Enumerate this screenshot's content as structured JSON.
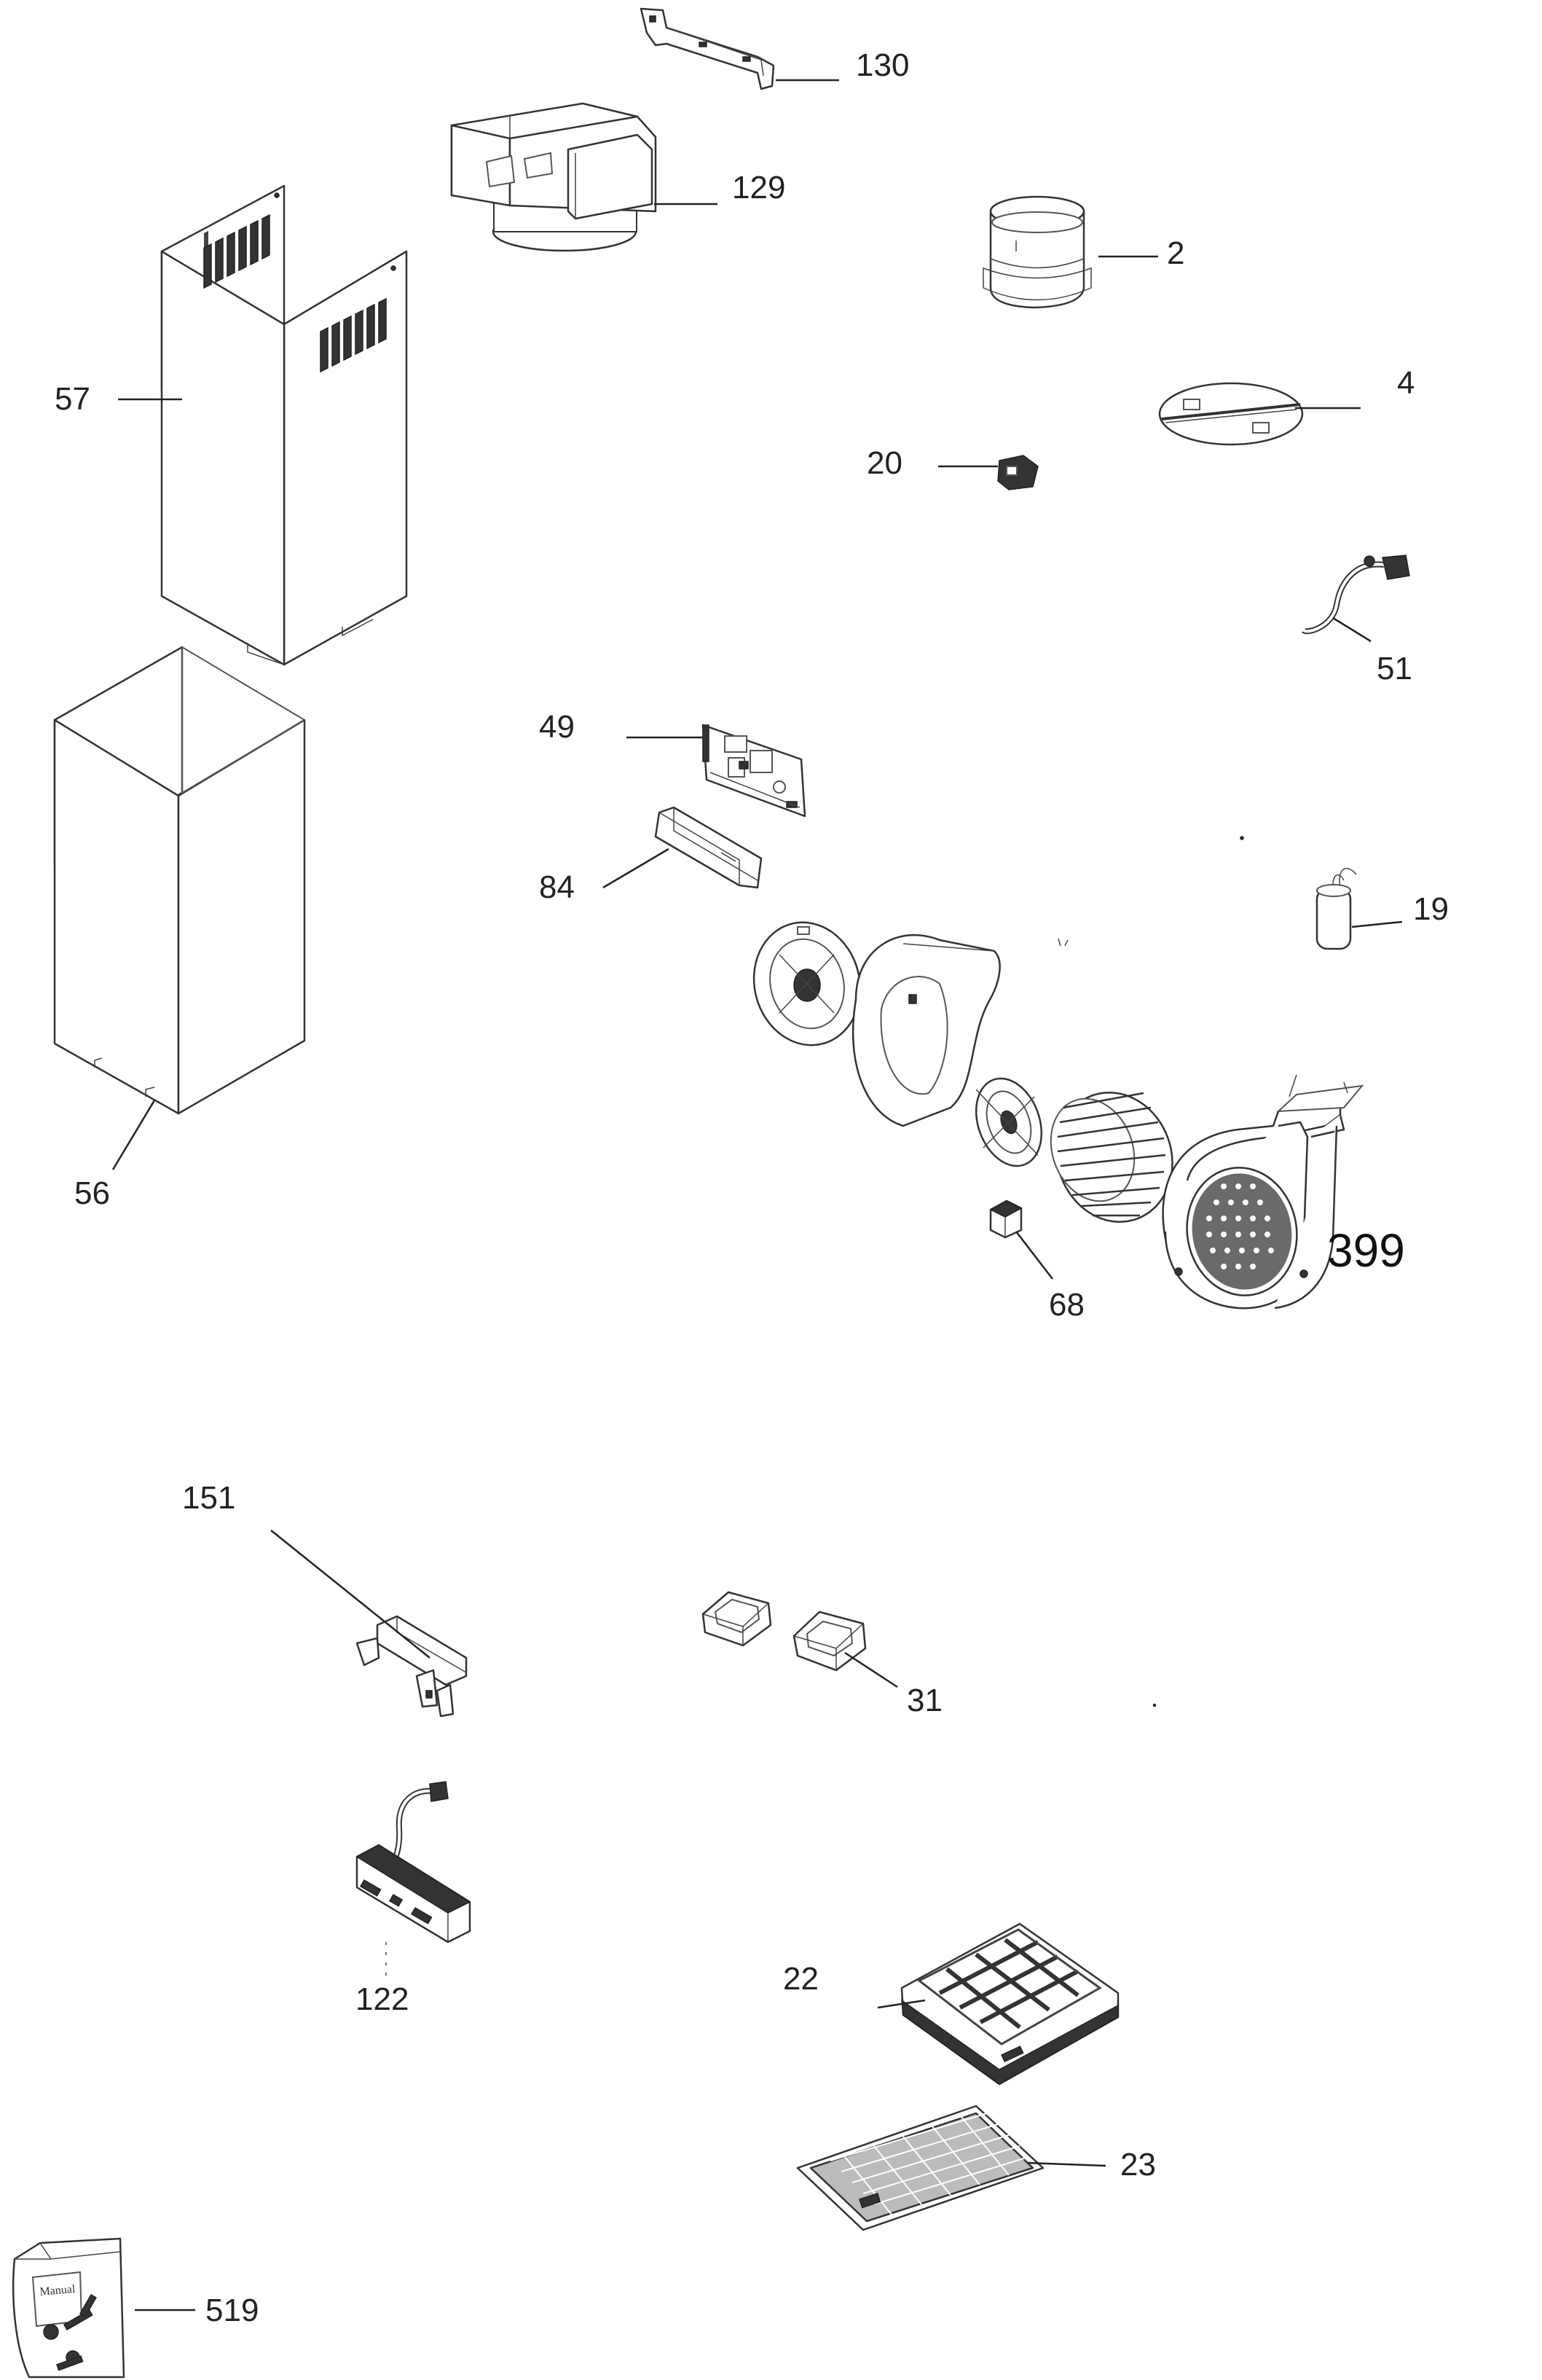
{
  "parts": [
    {
      "id": "130",
      "label": "130",
      "icon": "mounting-bracket"
    },
    {
      "id": "129",
      "label": "129",
      "icon": "air-diverter"
    },
    {
      "id": "2",
      "label": "2",
      "icon": "duct-collar"
    },
    {
      "id": "57",
      "label": "57",
      "icon": "upper-chimney"
    },
    {
      "id": "4",
      "label": "4",
      "icon": "backdraft-damper"
    },
    {
      "id": "20",
      "label": "20",
      "icon": "connector"
    },
    {
      "id": "51",
      "label": "51",
      "icon": "power-cable"
    },
    {
      "id": "49",
      "label": "49",
      "icon": "control-board"
    },
    {
      "id": "84",
      "label": "84",
      "icon": "board-cover"
    },
    {
      "id": "19",
      "label": "19",
      "icon": "capacitor"
    },
    {
      "id": "56",
      "label": "56",
      "icon": "lower-chimney"
    },
    {
      "id": "68",
      "label": "68",
      "icon": "switch"
    },
    {
      "id": "399",
      "label": "399",
      "icon": "blower-assembly"
    },
    {
      "id": "151",
      "label": "151",
      "icon": "lamp-holder"
    },
    {
      "id": "31",
      "label": "31",
      "icon": "light-housing"
    },
    {
      "id": "122",
      "label": "122",
      "icon": "control-panel"
    },
    {
      "id": "22",
      "label": "22",
      "icon": "charcoal-filter"
    },
    {
      "id": "23",
      "label": "23",
      "icon": "grease-filter"
    },
    {
      "id": "519",
      "label": "519",
      "icon": "manual-bag"
    }
  ],
  "manual_bag_text": "Manual"
}
